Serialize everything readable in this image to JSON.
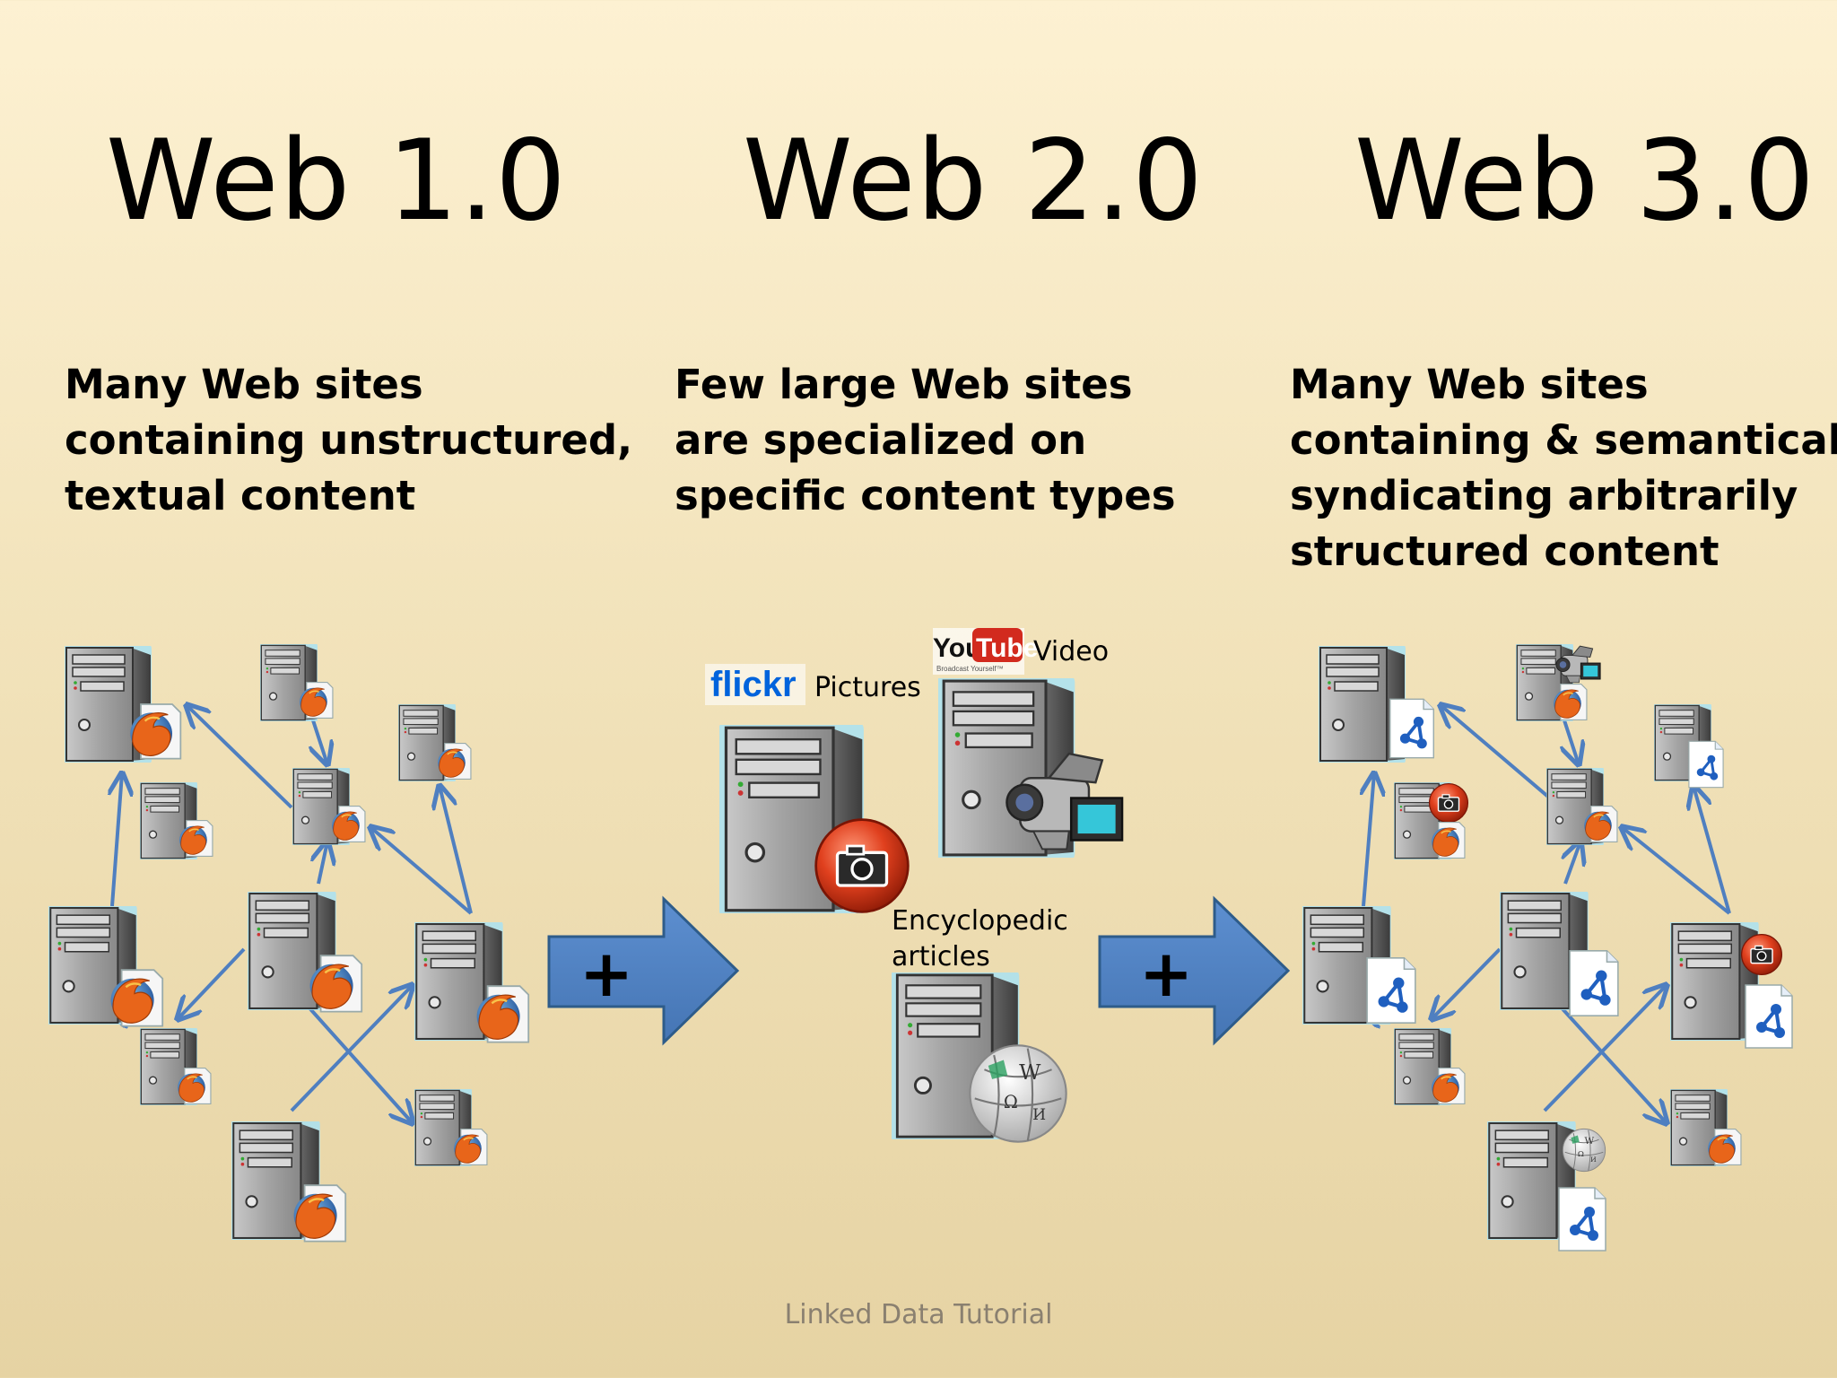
{
  "titles": {
    "web1": "Web 1.0",
    "web2": "Web 2.0",
    "web3": "Web 3.0"
  },
  "descriptions": {
    "web1": [
      "Many Web sites",
      "containing unstructured,",
      "textual content"
    ],
    "web2": [
      "Few large Web sites",
      "are specialized on",
      "specific content types"
    ],
    "web3": [
      "Many Web sites",
      "containing & semantically",
      "syndicating arbitrarily",
      "structured content"
    ]
  },
  "web2_labels": {
    "flickr_logo": "flickr",
    "pictures": "Pictures",
    "youtube_you": "You",
    "youtube_tube": "Tube",
    "youtube_tagline": "Broadcast Yourself™",
    "video": "Video",
    "encyclopedic_line1": "Encyclopedic",
    "encyclopedic_line2": "articles"
  },
  "arrows": {
    "plus": "+"
  },
  "footer": "Linked Data Tutorial",
  "colors": {
    "arrow_fill": "#4f81bd",
    "arrow_stroke": "#2e5c8a",
    "server_body": "#8e8e8e",
    "server_glow": "#9fd8ea",
    "rdf_blue": "#1f5fbf",
    "camera_red": "#d63a1c",
    "firefox_orange": "#e66a14",
    "firefox_globe": "#2f6fb4"
  }
}
